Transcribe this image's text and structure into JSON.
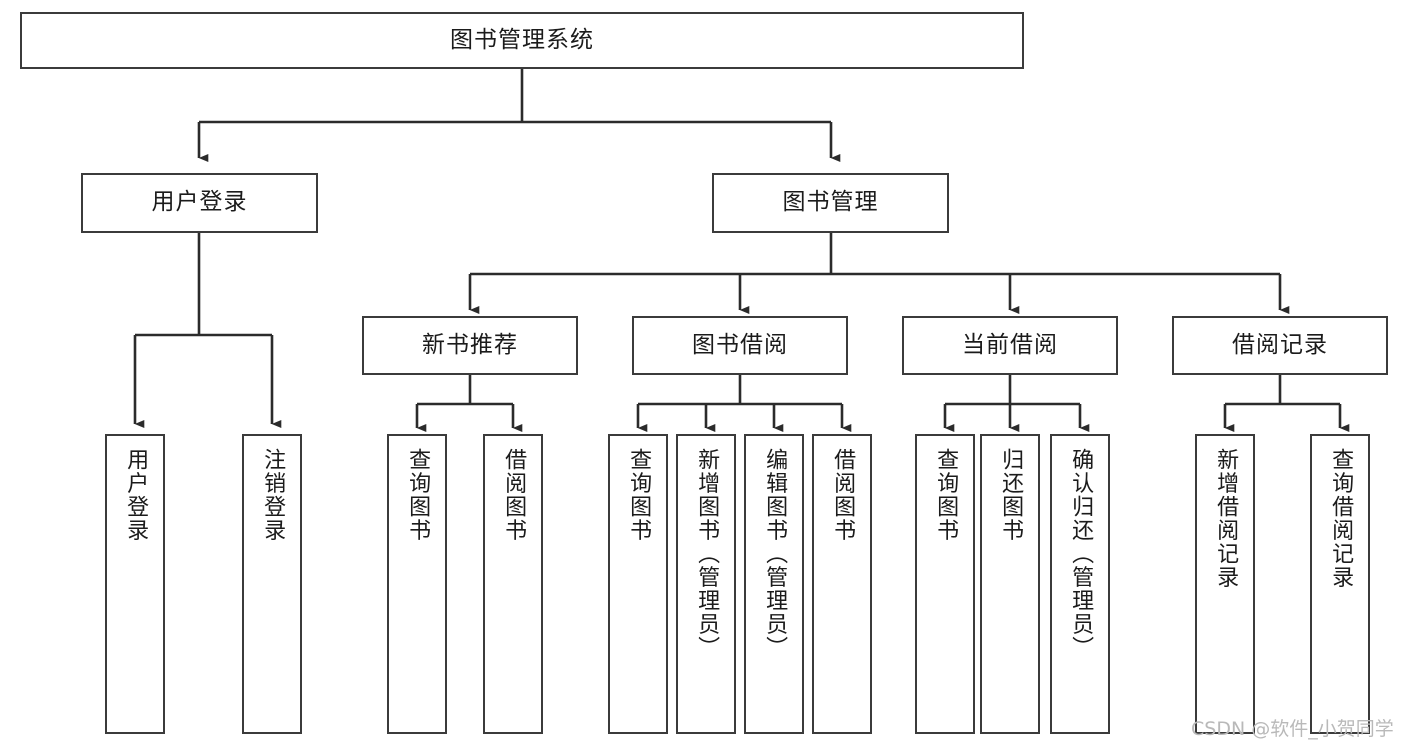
{
  "diagram": {
    "type": "tree-hierarchy",
    "title": "图书管理系统",
    "watermark": "CSDN @软件_小贺同学",
    "colors": {
      "box_border": "#3b3b3b",
      "box_fill": "#ffffff",
      "edge": "#2b2b2b",
      "text": "#1b1b1b",
      "watermark": "#b9b9b9",
      "background": "#ffffff"
    },
    "nodes": {
      "root": {
        "label": "图书管理系统"
      },
      "level2": [
        {
          "id": "user-login",
          "label": "用户登录"
        },
        {
          "id": "book-manage",
          "label": "图书管理"
        }
      ],
      "level3": [
        {
          "id": "new-book-recommend",
          "label": "新书推荐"
        },
        {
          "id": "book-borrow",
          "label": "图书借阅"
        },
        {
          "id": "current-borrow",
          "label": "当前借阅"
        },
        {
          "id": "borrow-record",
          "label": "借阅记录"
        }
      ],
      "leaves": {
        "user-login": [
          {
            "id": "leaf-user-login",
            "label": "用户登录"
          },
          {
            "id": "leaf-logout",
            "label": "注销登录"
          }
        ],
        "new-book-recommend": [
          {
            "id": "leaf-query-book-1",
            "label": "查询图书"
          },
          {
            "id": "leaf-borrow-book-1",
            "label": "借阅图书"
          }
        ],
        "book-borrow": [
          {
            "id": "leaf-query-book-2",
            "label": "查询图书"
          },
          {
            "id": "leaf-add-book",
            "label": "新增图书（管理员）"
          },
          {
            "id": "leaf-edit-book",
            "label": "编辑图书（管理员）"
          },
          {
            "id": "leaf-borrow-book-2",
            "label": "借阅图书"
          }
        ],
        "current-borrow": [
          {
            "id": "leaf-query-book-3",
            "label": "查询图书"
          },
          {
            "id": "leaf-return-book",
            "label": "归还图书"
          },
          {
            "id": "leaf-confirm-return",
            "label": "确认归还（管理员）"
          }
        ],
        "borrow-record": [
          {
            "id": "leaf-add-record",
            "label": "新增借阅记录"
          },
          {
            "id": "leaf-query-record",
            "label": "查询借阅记录"
          }
        ]
      }
    }
  }
}
